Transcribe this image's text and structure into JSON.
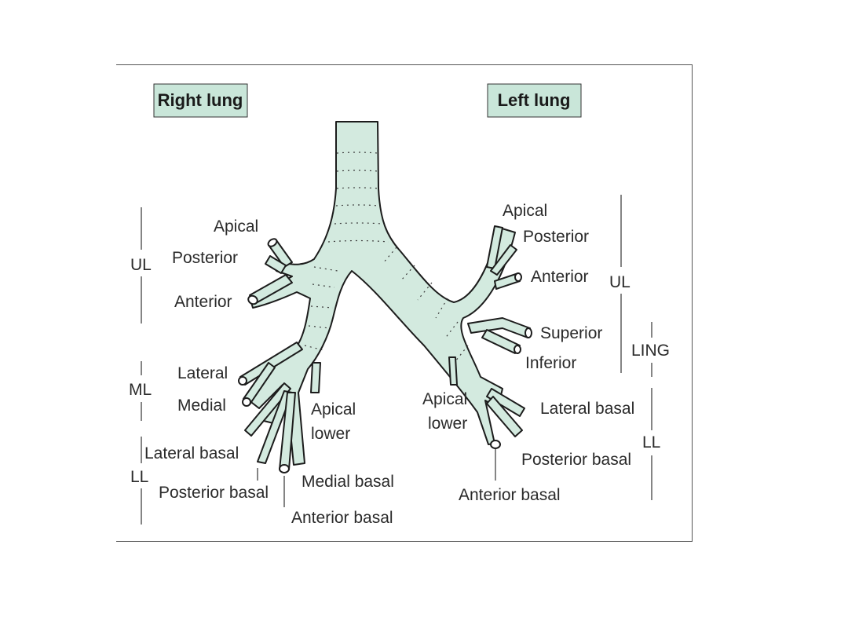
{
  "colors": {
    "tube_fill": "#d3eadf",
    "header_fill": "#c9e6d9",
    "outline": "#1c1c1c"
  },
  "headers": {
    "right": "Right lung",
    "left": "Left lung"
  },
  "right": {
    "groups": {
      "ul": "UL",
      "ml": "ML",
      "ll": "LL"
    },
    "labels": {
      "apical": "Apical",
      "posterior": "Posterior",
      "anterior": "Anterior",
      "lateral": "Lateral",
      "medial": "Medial",
      "apical_lower_1": "Apical",
      "apical_lower_2": "lower",
      "lateral_basal": "Lateral basal",
      "posterior_basal": "Posterior basal",
      "medial_basal": "Medial basal",
      "anterior_basal": "Anterior basal"
    }
  },
  "left": {
    "groups": {
      "ul": "UL",
      "ling": "LING",
      "ll": "LL"
    },
    "labels": {
      "apical": "Apical",
      "posterior": "Posterior",
      "anterior": "Anterior",
      "superior": "Superior",
      "inferior": "Inferior",
      "apical_lower_1": "Apical",
      "apical_lower_2": "lower",
      "lateral_basal": "Lateral basal",
      "posterior_basal": "Posterior basal",
      "anterior_basal": "Anterior basal"
    }
  }
}
